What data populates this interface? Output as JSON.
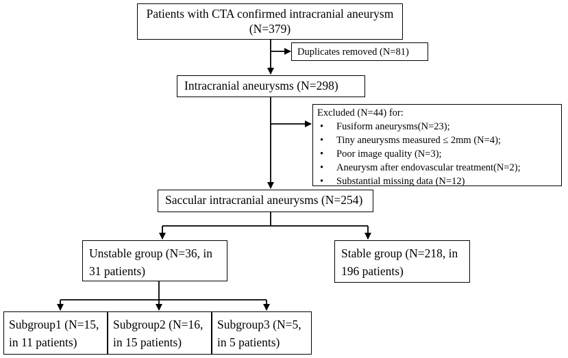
{
  "flowchart": {
    "patients": "Patients with CTA confirmed intracranial aneurysm (N=379)",
    "duplicates": "Duplicates removed (N=81)",
    "intracranial": "Intracranial aneurysms (N=298)",
    "excluded": {
      "header": "Excluded (N=44) for:",
      "items": [
        "Fusiform aneurysms(N=23);",
        "Tiny aneurysms measured ≤ 2mm (N=4);",
        " Poor image quality (N=3);",
        " Aneurysm after endovascular treatment(N=2);",
        "Substantial missing data (N=12)"
      ]
    },
    "saccular": "Saccular intracranial aneurysms (N=254)",
    "unstable": "Unstable group (N=36, in 31 patients)",
    "stable": "Stable group (N=218, in 196 patients)",
    "subgroup1": "Subgroup1 (N=15, in 11 patients)",
    "subgroup2": "Subgroup2 (N=16, in 15 patients)",
    "subgroup3": "Subgroup3 (N=5, in 5 patients)"
  }
}
